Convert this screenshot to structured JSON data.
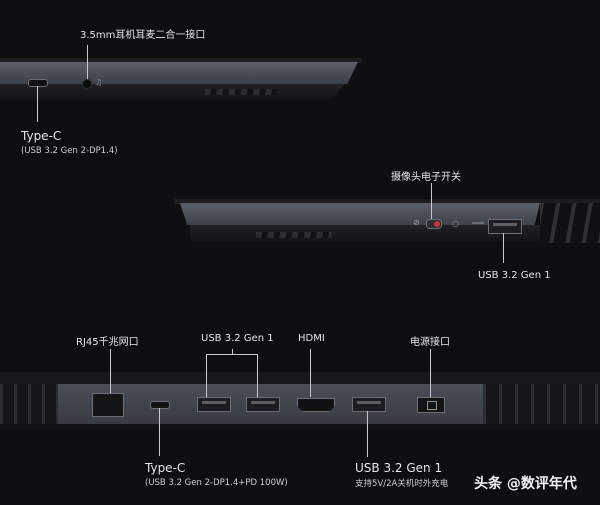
{
  "views": {
    "left_side": {
      "audio_jack_label": "3.5mm耳机耳麦二合一接口",
      "typec_label": "Type-C",
      "typec_sub": "(USB 3.2 Gen 2-DP1.4)"
    },
    "right_side": {
      "camera_switch_label": "摄像头电子开关",
      "usb_label": "USB 3.2 Gen 1"
    },
    "rear": {
      "rj45_label": "RJ45千兆网口",
      "usb_pair_label": "USB 3.2 Gen 1",
      "hdmi_label": "HDMI",
      "power_label": "电源接口",
      "typec_label": "Type-C",
      "typec_sub": "(USB 3.2 Gen 2-DP1.4+PD 100W)",
      "usb_charge_label": "USB 3.2 Gen 1",
      "usb_charge_sub": "支持5V/2A关机时外充电"
    }
  },
  "watermark": "头条 @数评年代",
  "colors": {
    "background": "#0d0e11",
    "chassis": "#4a4e56",
    "label_text": "#e6e6e8",
    "camera_switch_red": "#d03030"
  }
}
